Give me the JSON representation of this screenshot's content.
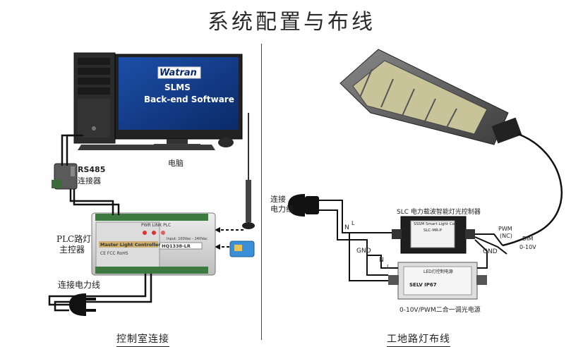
{
  "title": "系统配置与布线",
  "monitor": {
    "brand": "Watran",
    "line1": "SLMS",
    "line2": "Back-end Software"
  },
  "labels": {
    "computer": "电脑",
    "rs485_a": "RS485",
    "rs485_b": "连接器",
    "plc_a": "PLC路灯",
    "plc_b": "主控器",
    "power_left": "连接电力线",
    "power_right_a": "连接",
    "power_right_b": "电力线",
    "slc": "SLC 电力载波智能灯光控制器",
    "pwm": "PWM",
    "nc": "(NC)",
    "dim": "DIM",
    "dim_range": "0-10V",
    "gnd_left": "GND",
    "gnd_right": "GND",
    "n_top": "N",
    "l_top": "L",
    "n_bottom": "N",
    "l_bottom": "L",
    "driver_caption": "0-10V/PWM二合一调光电源"
  },
  "controller": {
    "name": "Master Light Controller",
    "model": "HQ1338-LR",
    "input": "Input: 100Vac - 240Vac",
    "leds": "PWR   LINK   PLC",
    "cert": "CE FCC RoHS"
  },
  "slc_device": {
    "name": "SSSM Smart Light Control",
    "model": "SLC-MR-P"
  },
  "driver_device": {
    "name": "LED灯控制电源",
    "model": "SELV IP67"
  },
  "footer": {
    "left": "控制室连接",
    "right": "工地路灯布线"
  }
}
